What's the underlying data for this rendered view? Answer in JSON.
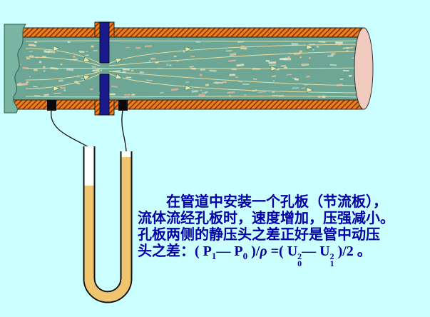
{
  "colors": {
    "background": "#ccffff",
    "pipe_fluid": "#6da694",
    "pipe_wall": "#e8821e",
    "wall_hatch": "#952f00",
    "orifice_plate": "#1a1a8c",
    "manometer_liquid": "#eec46f",
    "text": "#0000a6",
    "streamline": "#e3dda2",
    "pipe_end_inner": "#f0cabe",
    "broken_end": "#7ab4a2"
  },
  "caption": {
    "line1": "在管道中安装一个孔板（节流板），",
    "line2": "流体流经孔板时，速度增加，压强减小。",
    "line3": "孔板两侧的静压头之差正好是管中动压",
    "line4": {
      "prefix": "头之差：( P",
      "p1_sub": "1",
      "mid1": "— P",
      "p0_sub": "0",
      "mid2": " )/",
      "rho": "ρ",
      "mid3": " =( U",
      "u0_sup": "2",
      "u0_sub": "0",
      "mid4": "— U",
      "u1_sup": "2",
      "u1_sub": "1",
      "suffix": " )/2 。"
    }
  }
}
